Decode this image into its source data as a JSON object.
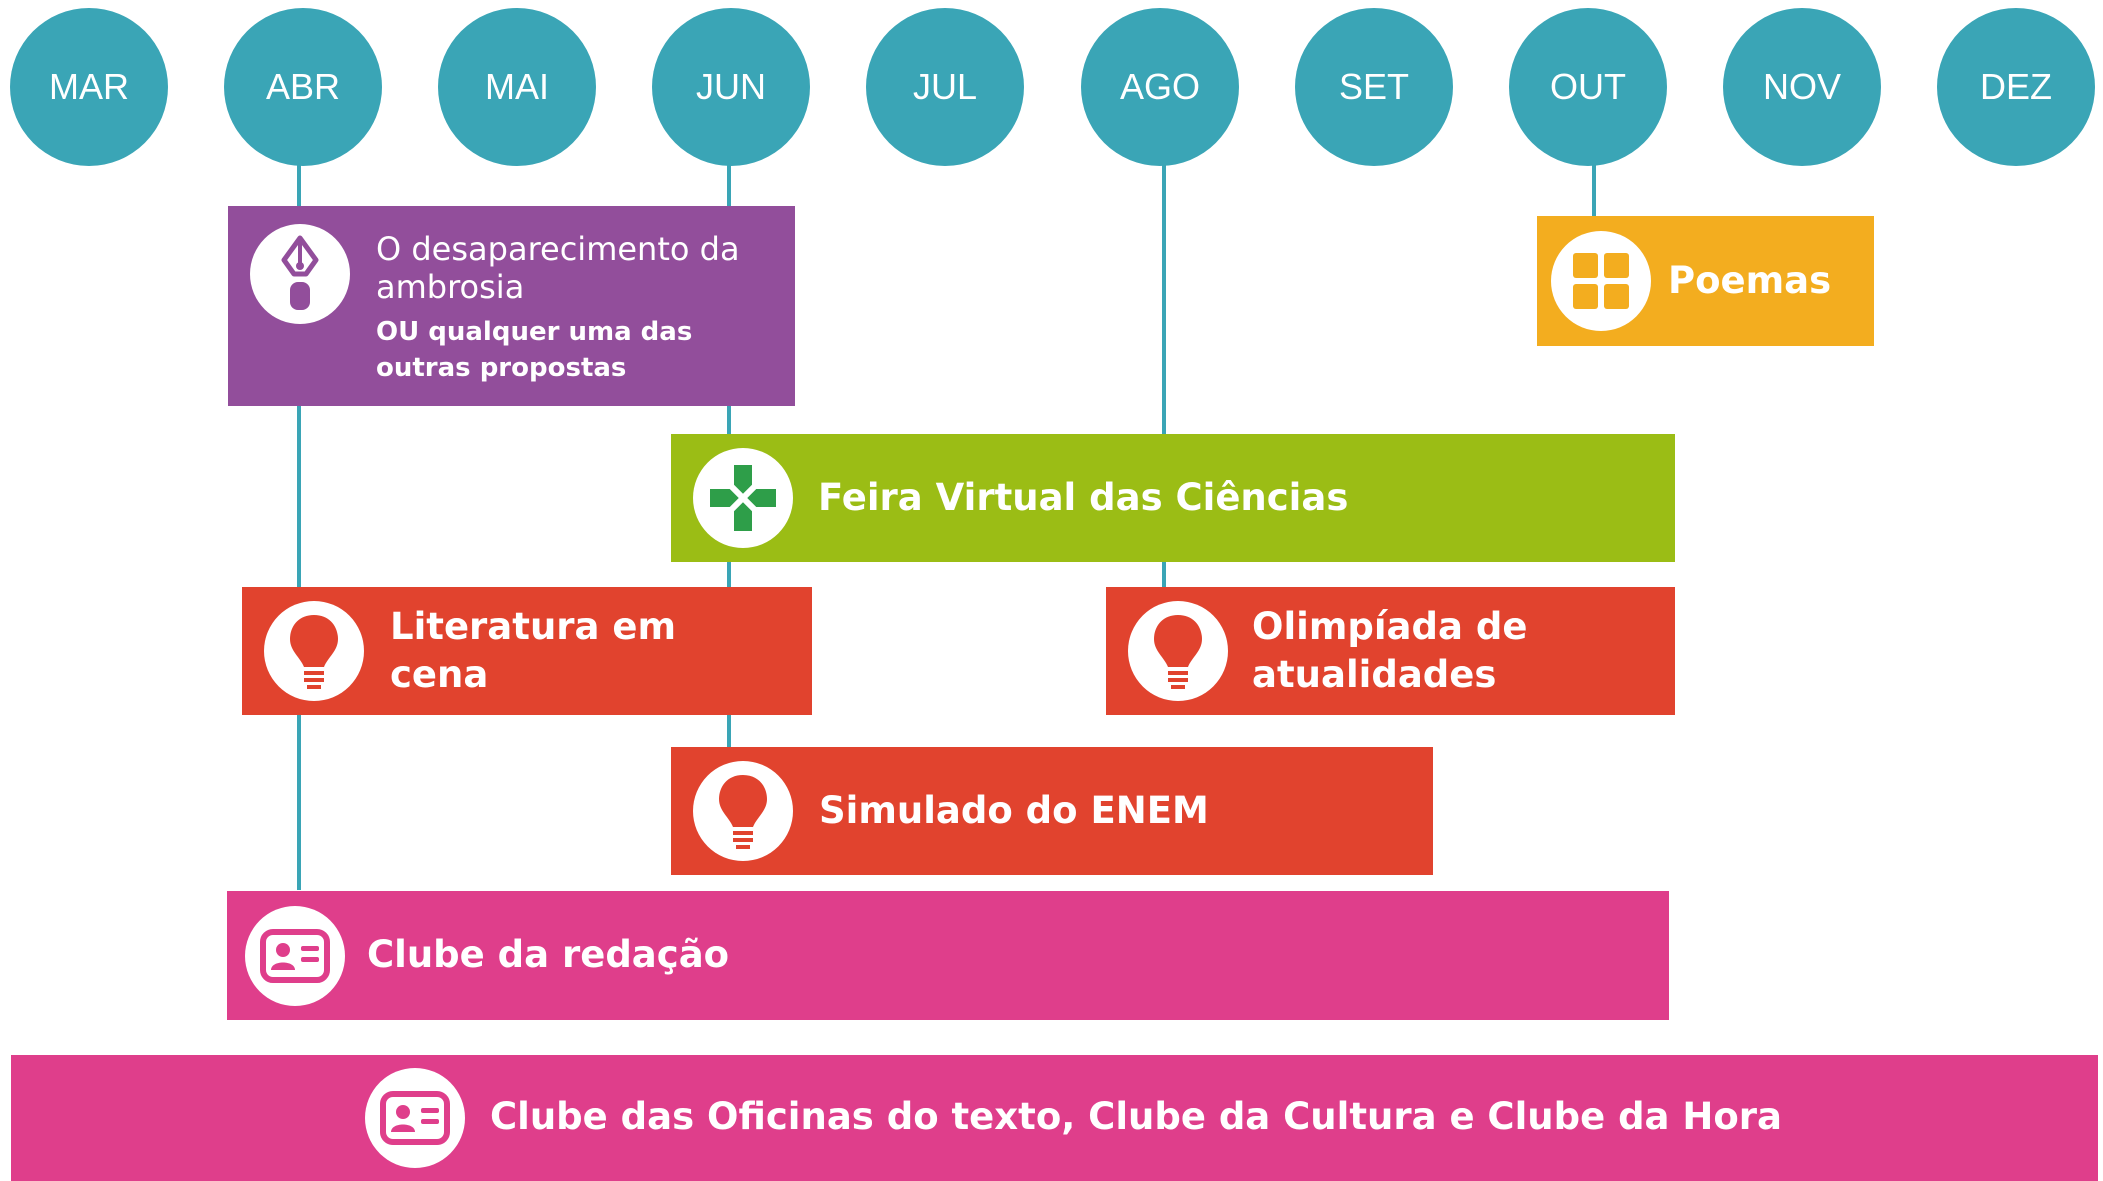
{
  "months": [
    "MAR",
    "ABR",
    "MAI",
    "JUN",
    "JUL",
    "AGO",
    "SET",
    "OUT",
    "NOV",
    "DEZ"
  ],
  "activities": {
    "ambrosia": {
      "title": "O desaparecimento da ambrosia",
      "subtitle": "OU qualquer uma das outras propostas",
      "color": "#924e9b",
      "icon": "pen-nib-icon"
    },
    "poemas": {
      "title": "Poemas",
      "color": "#f3ad1f",
      "icon": "grid-icon"
    },
    "feira": {
      "title": "Feira Virtual das Ciências",
      "color": "#9bbd15",
      "icon": "science-cross-icon"
    },
    "literatura": {
      "title": "Literatura em cena",
      "color": "#e1432e",
      "icon": "lightbulb-icon"
    },
    "olimpiada": {
      "title": "Olimpíada de atualidades",
      "color": "#e1432e",
      "icon": "lightbulb-icon"
    },
    "simulado": {
      "title": "Simulado do ENEM",
      "color": "#e1432e",
      "icon": "lightbulb-icon"
    },
    "clube_redacao": {
      "title": "Clube da redação",
      "color": "#df3e8b",
      "icon": "id-card-icon"
    },
    "clubes": {
      "title": "Clube das Oficinas do texto, Clube da Cultura e Clube da Hora",
      "color": "#df3e8b",
      "icon": "id-card-icon"
    }
  },
  "colors": {
    "month_circle": "#3aa5b6",
    "connector": "#3aa5b6"
  }
}
